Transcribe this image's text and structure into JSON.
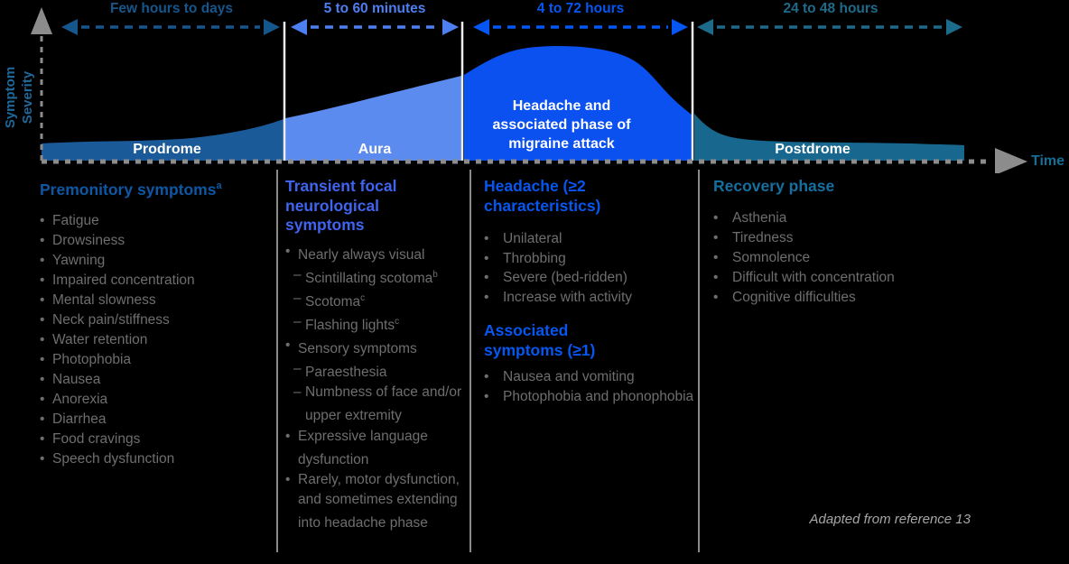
{
  "ui": {
    "dot": "•",
    "dash": "–"
  },
  "chart": {
    "y_axis_label": {
      "line1": "Symptom",
      "line2": "Severity",
      "color": "#1f6899"
    },
    "x_axis_label": {
      "text": "Time",
      "color": "#156e96"
    },
    "axis_color": "#8c8c8c",
    "boundary_line_color": "#ededed",
    "durations": [
      {
        "label": "Few hours to days",
        "color": "#15568c"
      },
      {
        "label": "5 to 60 minutes",
        "color": "#4d7ff0"
      },
      {
        "label": "4 to 72 hours",
        "color": "#0556f2"
      },
      {
        "label": "24 to 48 hours",
        "color": "#1d6b8a"
      }
    ],
    "phases": [
      {
        "name": "Prodrome",
        "fill": "#1b5a99"
      },
      {
        "name": "Aura",
        "fill": "#5c8bf0"
      },
      {
        "name": "Headache and associated phase of migraine attack",
        "fill": "#0b51ef"
      },
      {
        "name": "Postdrome",
        "fill": "#17678e"
      }
    ]
  },
  "columns": {
    "text_color": "#6e6e6e",
    "premonitory": {
      "header": "Premonitory symptoms",
      "header_sup": "a",
      "header_color": "#0d57a5",
      "items": [
        "Fatigue",
        "Drowsiness",
        "Yawning",
        "Impaired concentration",
        "Mental slowness",
        "Neck pain/stiffness",
        "Water retention",
        "Photophobia",
        "Nausea",
        "Anorexia",
        "Diarrhea",
        "Food cravings",
        "Speech dysfunction"
      ]
    },
    "aura": {
      "header": "Transient focal neurological symptoms",
      "header_color": "#3f64ef",
      "items": [
        {
          "text": "Nearly always visual",
          "level": 1
        },
        {
          "text": "Scintillating scotoma",
          "sup": "b",
          "level": 2
        },
        {
          "text": "Scotoma",
          "sup": "c",
          "level": 2
        },
        {
          "text": "Flashing lights",
          "sup": "c",
          "level": 2
        },
        {
          "text": "Sensory symptoms",
          "level": 1
        },
        {
          "text": "Paraesthesia",
          "level": 2
        },
        {
          "text": "Numbness of face and/or upper extremity",
          "level": 2
        },
        {
          "text": "Expressive language dysfunction",
          "level": 1
        },
        {
          "text": "Rarely, motor dysfunction, and sometimes extending into headache phase",
          "level": 1
        }
      ]
    },
    "headache": {
      "header_color": "#0656f0",
      "sections": [
        {
          "header": "Headache (≥2 characteristics)",
          "items": [
            "Unilateral",
            "Throbbing",
            "Severe (bed-ridden)",
            "Increase with activity"
          ]
        },
        {
          "header": "Associated symptoms (≥1)",
          "items": [
            "Nausea and vomiting",
            "Photophobia and phonophobia"
          ]
        }
      ]
    },
    "recovery": {
      "header": "Recovery phase",
      "header_color": "#156f9f",
      "items": [
        "Asthenia",
        "Tiredness",
        "Somnolence",
        "Difficult with concentration",
        "Cognitive difficulties"
      ]
    }
  },
  "footnote": "Adapted from reference 13"
}
